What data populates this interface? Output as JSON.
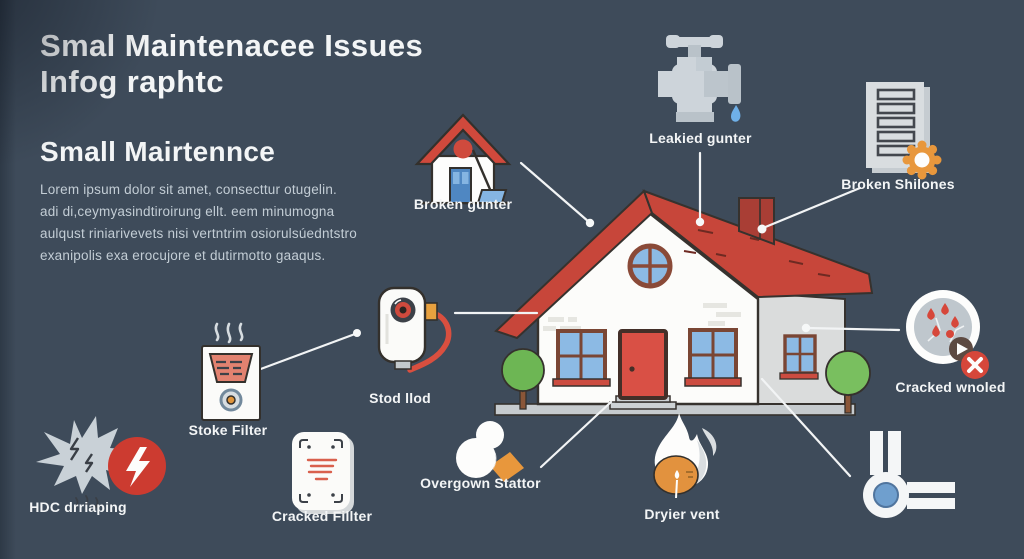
{
  "header": {
    "title_line1": "Smal Maintenacee Issues",
    "title_line2": "Infog raphtc",
    "subtitle": "Small Mairtennce",
    "paragraph_lines": [
      "Lorem ipsum dolor sit amet, consecttur otugelin.",
      "adi di,ceymyasindtiroirung ellt. eem minumogna",
      "aulqust riniarivevets nisi vertntrim osiorulsúedntstro",
      "exanipolis exa erocujore et dutirmotto gaaqus."
    ]
  },
  "callouts": {
    "broken_gutter": "Broken gunter",
    "leaked_gutter": "Leakied gunter",
    "broken_shingles": "Broken Shilones",
    "stod_llod": "Stod llod",
    "stoke_filter": "Stoke Filter",
    "hdc_dripping": "HDC drriaping",
    "cracked_filter": "Cracked Fillter",
    "overgrown_stator": "Overgown Stattor",
    "dryer_vent": "Dryier vent",
    "cracked_window": "Cracked wnoled"
  },
  "icons": {
    "faucet-icon": "dripping faucet with cross body and blue drop",
    "small-house-icon": "house with red roof, blue door and broom",
    "document-gear-icon": "shingle list sheet with orange gear",
    "water-heater-icon": "white tank with gauge and red hose",
    "smoke-filter-icon": "heater box with red grille and steam",
    "splat-icon": "gray burst with red lightning badge",
    "air-filter-icon": "white filter card with red vent lines",
    "sprayer-icon": "white blob sprayer with orange handle",
    "flame-icon": "white flame over orange dryer drum",
    "pipe-elbow-icon": "pipe elbow with blue port",
    "gauge-icon": "round window badge with red cracks and mini badges"
  },
  "colors": {
    "background": "#3e4b5a",
    "roof_red": "#c7463a",
    "door_red": "#d95045",
    "accent_red": "#cc3b30",
    "accent_orange": "#e8973c",
    "window_blue": "#8cbae4",
    "tree_green": "#6db654",
    "wall_white": "#fcfcfa",
    "wall_gray": "#dadcdc",
    "text_light": "#f3f5f6",
    "text_muted": "#c3cdd5",
    "line_white": "#f2f4f5"
  }
}
